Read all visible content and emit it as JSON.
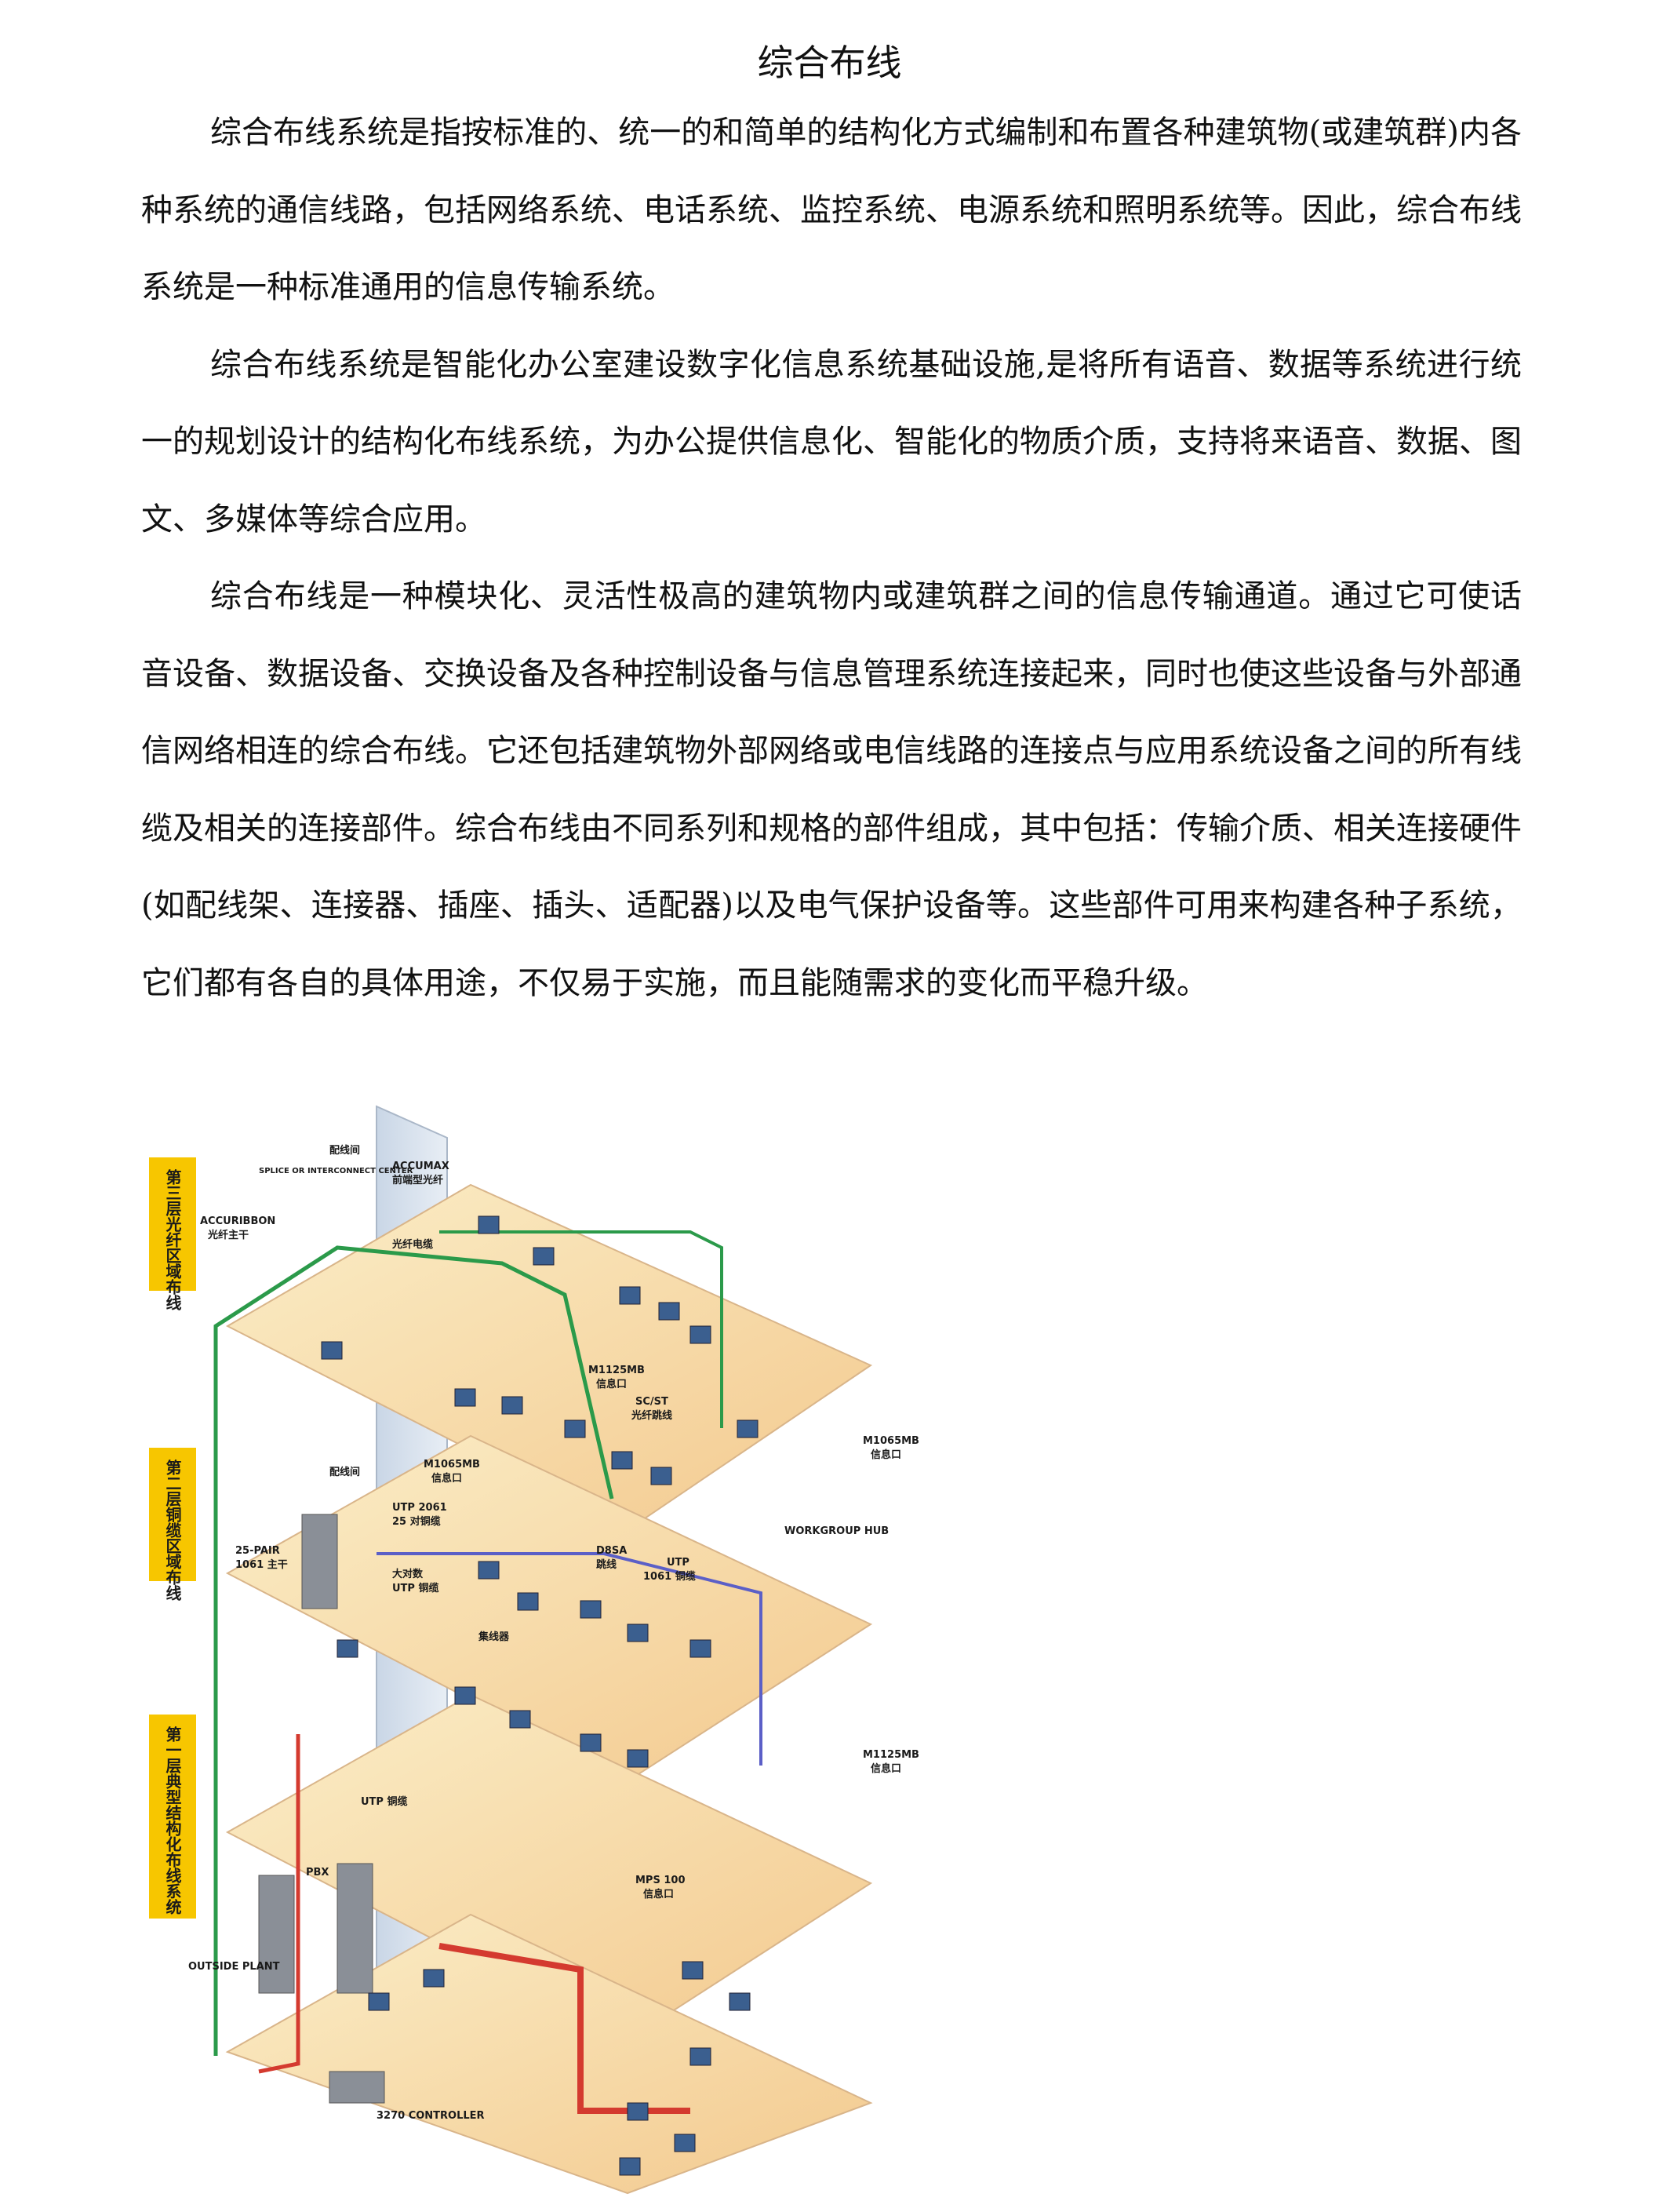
{
  "title": "综合布线",
  "paragraphs": [
    "综合布线系统是指按标准的、统一的和简单的结构化方式编制和布置各种建筑物(或建筑群)内各种系统的通信线路，包括网络系统、电话系统、监控系统、电源系统和照明系统等。因此，综合布线系统是一种标准通用的信息传输系统。",
    "综合布线系统是智能化办公室建设数字化信息系统基础设施,是将所有语音、数据等系统进行统一的规划设计的结构化布线系统，为办公提供信息化、智能化的物质介质，支持将来语音、数据、图文、多媒体等综合应用。",
    "综合布线是一种模块化、灵活性极高的建筑物内或建筑群之间的信息传输通道。通过它可使话音设备、数据设备、交换设备及各种控制设备与信息管理系统连接起来，同时也使这些设备与外部通信网络相连的综合布线。它还包括建筑物外部网络或电信线路的连接点与应用系统设备之间的所有线缆及相关的连接部件。综合布线由不同系列和规格的部件组成，其中包括：传输介质、相关连接硬件(如配线架、连接器、插座、插头、适配器)以及电气保护设备等。这些部件可用来构建各种子系统，它们都有各自的具体用途，不仅易于实施，而且能随需求的变化而平稳升级。"
  ],
  "figure": {
    "side_labels": {
      "third": "第三层光纤区域布线",
      "second": "第二层铜缆区域布线",
      "first": "第一层典型结构化布线系统"
    },
    "labels": {
      "peixianjian_top": "配线间",
      "splice_center": "SPLICE OR INTERCONNECT CENTER",
      "accumax": "ACCUMAX",
      "accumax_cn": "前端型光纤",
      "accuribbon": "ACCURIBBON",
      "accuribbon_cn": "光纤主干",
      "fiber_cable": "光纤电缆",
      "m1125mb_top": "M1125MB",
      "info_outlet_1": "信息口",
      "scst": "SC/ST",
      "scst_cn": "光纤跳线",
      "m1065mb_left": "M1065MB",
      "info_outlet_2": "信息口",
      "m1065mb_right": "M1065MB",
      "info_outlet_3": "信息口",
      "peixianjian_mid": "配线间",
      "utp2061": "UTP 2061",
      "utp2061_cn": "25 对铜缆",
      "pair25": "25-PAIR",
      "pair25_cn": "1061 主干",
      "workgroup_hub": "WORKGROUP HUB",
      "d8sa": "D8SA",
      "d8sa_cn": "跳线",
      "utp1061": "UTP",
      "utp1061_cn": "1061 铜缆",
      "big_pair": "大对数",
      "big_pair_cn": "UTP 铜缆",
      "hub": "集线器",
      "m1125mb_mid": "M1125MB",
      "info_outlet_4": "信息口",
      "utp_copper": "UTP 铜缆",
      "pbx": "PBX",
      "mps100": "MPS 100",
      "info_outlet_5": "信息口",
      "outside_plant": "OUTSIDE PLANT",
      "controller": "3270 CONTROLLER"
    }
  }
}
